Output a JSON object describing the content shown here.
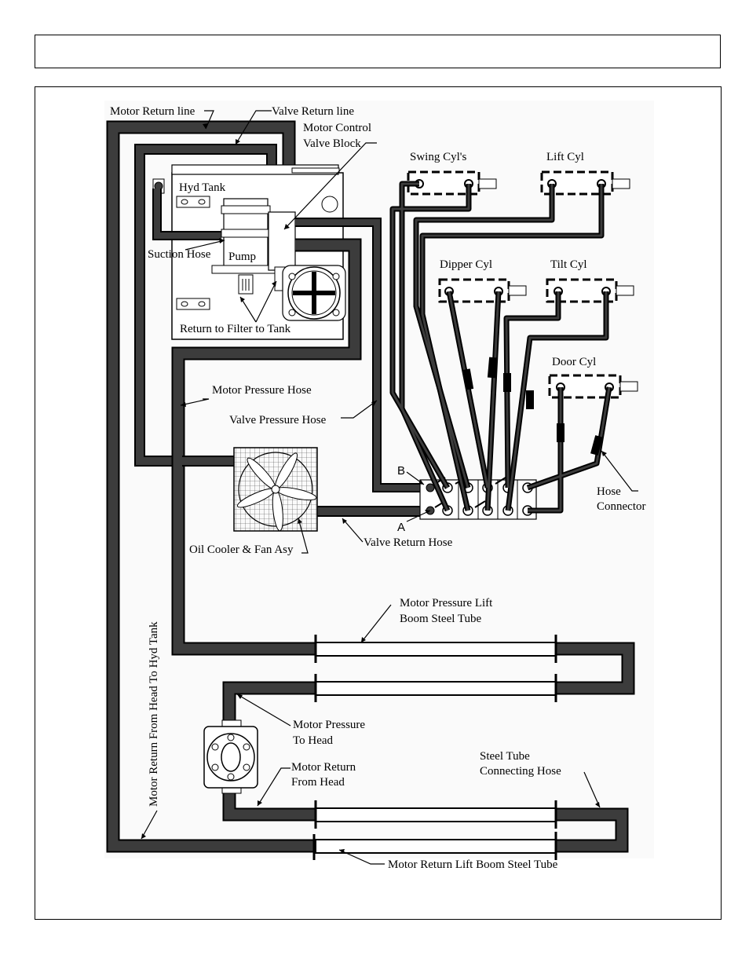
{
  "header": {
    "title": ""
  },
  "colors": {
    "hose": "#3c3c3c",
    "tube_fill": "#ffffff",
    "line": "#000000",
    "tank_fill": "#ffffff"
  },
  "labels": {
    "motor_return_line": "Motor Return line",
    "valve_return_line": "Valve Return line",
    "motor_control_1": "Motor Control",
    "motor_control_2": "Valve Block",
    "hyd_tank": "Hyd Tank",
    "pump": "Pump",
    "suction_hose": "Suction Hose",
    "return_to_filter": "Return to Filter to Tank",
    "swing_cyls": "Swing Cyl's",
    "lift_cyl": "Lift Cyl",
    "dipper_cyl": "Dipper Cyl",
    "tilt_cyl": "Tilt Cyl",
    "door_cyl": "Door Cyl",
    "motor_pressure_hose": "Motor Pressure Hose",
    "valve_pressure_hose": "Valve Pressure Hose",
    "port_b": "B",
    "port_a": "A",
    "hose_connector_1": "Hose",
    "hose_connector_2": "Connector",
    "oil_cooler": "Oil Cooler & Fan Asy",
    "valve_return_hose": "Valve Return Hose",
    "motor_pressure_lift_1": "Motor Pressure Lift",
    "motor_pressure_lift_2": "Boom Steel Tube",
    "motor_pressure_head_1": "Motor Pressure",
    "motor_pressure_head_2": "To Head",
    "motor_return_head_1": "Motor Return",
    "motor_return_head_2": "From Head",
    "steel_tube_hose_1": "Steel Tube",
    "steel_tube_hose_2": "Connecting Hose",
    "motor_return_lift": "Motor Return Lift Boom Steel Tube",
    "motor_return_vertical": "Motor Return From Head To Hyd Tank"
  }
}
